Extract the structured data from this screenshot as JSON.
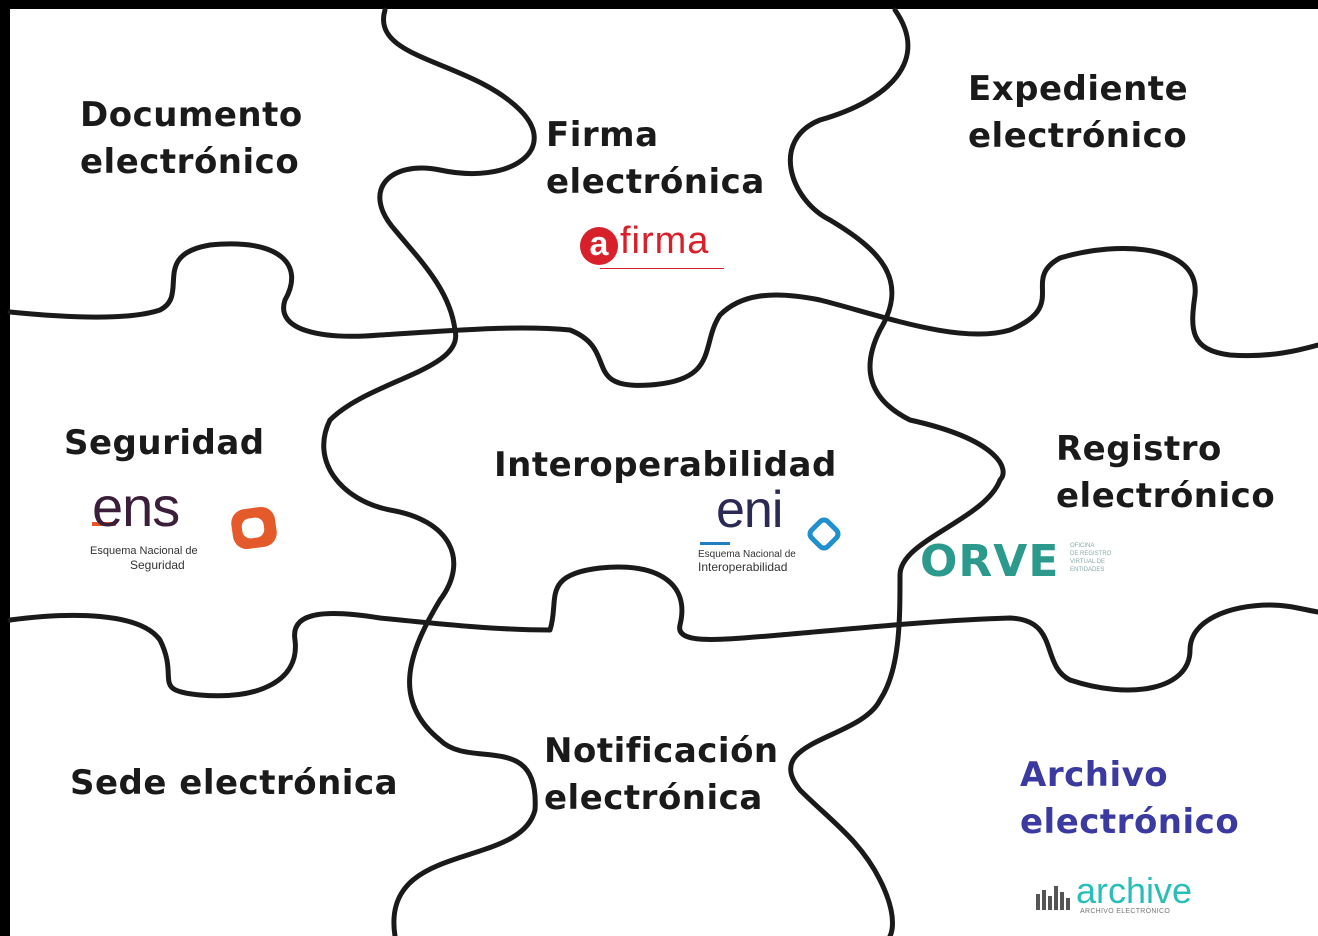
{
  "pieces": {
    "documento": {
      "line1": "Documento",
      "line2": "electrónico"
    },
    "firma": {
      "line1": "Firma",
      "line2": "electrónica"
    },
    "expediente": {
      "line1": "Expediente",
      "line2": "electrónico"
    },
    "seguridad": {
      "line1": "Seguridad"
    },
    "interoperabilidad": {
      "line1": "Interoperabilidad"
    },
    "registro": {
      "line1": "Registro",
      "line2": "electrónico"
    },
    "sede": {
      "line1": "Sede electrónica"
    },
    "notificacion": {
      "line1": "Notificación",
      "line2": "electrónica"
    },
    "archivo": {
      "line1": "Archivo",
      "line2": "electrónico"
    }
  },
  "logos": {
    "afirma": {
      "letter": "a",
      "text": "firma"
    },
    "ens": {
      "word": "ens",
      "sub1": "Esquema Nacional de",
      "sub2": "Seguridad"
    },
    "eni": {
      "word": "eni",
      "sub1": "Esquema Nacional de",
      "sub2": "Interoperabilidad"
    },
    "orve": {
      "word": "ORVE",
      "side1": "OFICINA",
      "side2": "DE REGISTRO",
      "side3": "VIRTUAL DE",
      "side4": "ENTIDADES"
    },
    "archive": {
      "word": "archive",
      "sub": "ARCHIVO ELECTRÓNICO"
    }
  },
  "colors": {
    "line": "#1a1a1a",
    "archivo_text": "#3a3aa0",
    "afirma": "#d8202b",
    "ens_orange": "#e55a2a",
    "eni_blue": "#1f8fcf",
    "orve_teal": "#2b9a8c",
    "archive_teal": "#29bfb8"
  }
}
